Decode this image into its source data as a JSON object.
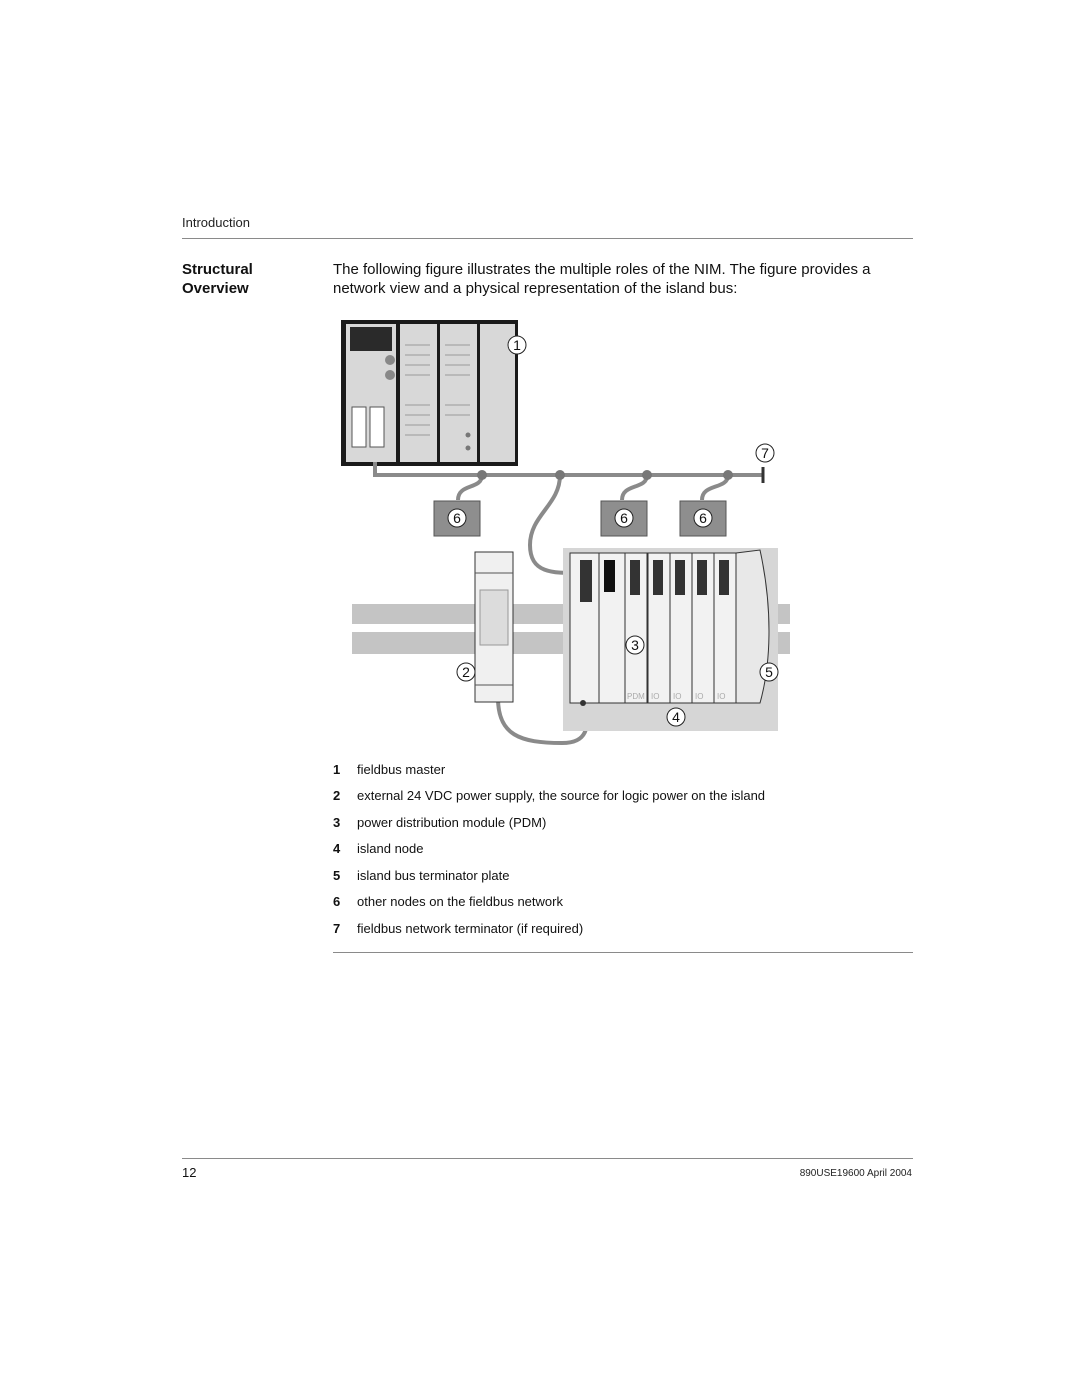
{
  "header": {
    "section": "Introduction"
  },
  "section": {
    "title_line1": "Structural",
    "title_line2": "Overview",
    "intro": "The following figure illustrates the multiple roles of the NIM. The figure provides a network view and a physical representation of the island bus:"
  },
  "figure": {
    "callouts": [
      "1",
      "7",
      "6",
      "6",
      "6",
      "2",
      "3",
      "4",
      "5"
    ],
    "module_labels": [
      "PDM",
      "IO",
      "IO",
      "IO",
      "IO"
    ]
  },
  "legend": [
    {
      "num": "1",
      "text": "fieldbus master"
    },
    {
      "num": "2",
      "text": "external 24 VDC power supply, the source for logic power on the island"
    },
    {
      "num": "3",
      "text": "power distribution module (PDM)"
    },
    {
      "num": "4",
      "text": "island node"
    },
    {
      "num": "5",
      "text": "island bus terminator plate"
    },
    {
      "num": "6",
      "text": "other nodes on the fieldbus network"
    },
    {
      "num": "7",
      "text": "fieldbus network terminator (if required)"
    }
  ],
  "footer": {
    "page": "12",
    "doc_id": "890USE19600 April 2004"
  }
}
